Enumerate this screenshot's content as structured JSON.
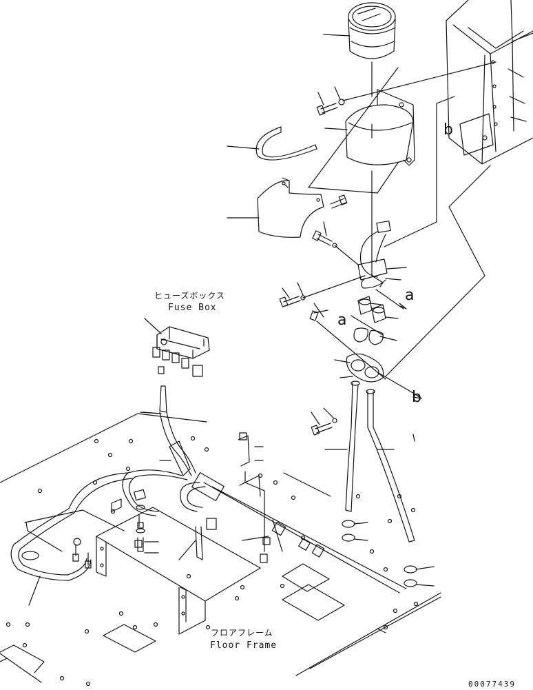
{
  "labels": {
    "fuse_box_jp": "ヒューズボックス",
    "fuse_box_en": "Fuse Box",
    "floor_frame_jp": "フロアフレーム",
    "floor_frame_en": "Floor Frame",
    "ref_a_right": "a",
    "ref_a_left": "a",
    "ref_b_top": "b",
    "ref_b_right": "b",
    "drawing_number": "00077439"
  },
  "icons": {
    "meter": "hour-meter-icon",
    "bracket": "meter-bracket-icon",
    "connector": "connector-icon",
    "grommet": "grommet-icon",
    "bolt": "bolt-icon",
    "fuse_box": "fuse-box-icon"
  },
  "colors": {
    "line": "#111111",
    "background": "#ffffff"
  }
}
